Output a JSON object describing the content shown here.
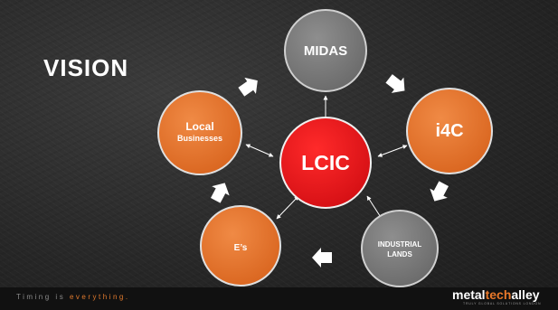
{
  "slide": {
    "title": "VISION"
  },
  "nodes": {
    "center": {
      "label": "LCIC",
      "color": "#e8141c"
    },
    "midas": {
      "label": "MIDAS",
      "color": "#7d7d7d"
    },
    "i4c": {
      "label": "i4C",
      "color": "#e5742e"
    },
    "industrial_lands": {
      "line1": "INDUSTRIAL",
      "line2": "LANDS",
      "color": "#7d7d7d"
    },
    "es": {
      "label": "E’s",
      "color": "#e5742e"
    },
    "local_businesses": {
      "line1": "Local",
      "line2": "Businesses",
      "color": "#e5742e"
    }
  },
  "footer": {
    "tagline_prefix": "Timing is ",
    "tagline_emphasis": "everything.",
    "logo_part1": "metal",
    "logo_part2": "tech",
    "logo_part3": "alley",
    "logo_subtitle": "TRULY GLOBAL SOLUTIONS LONDON"
  }
}
